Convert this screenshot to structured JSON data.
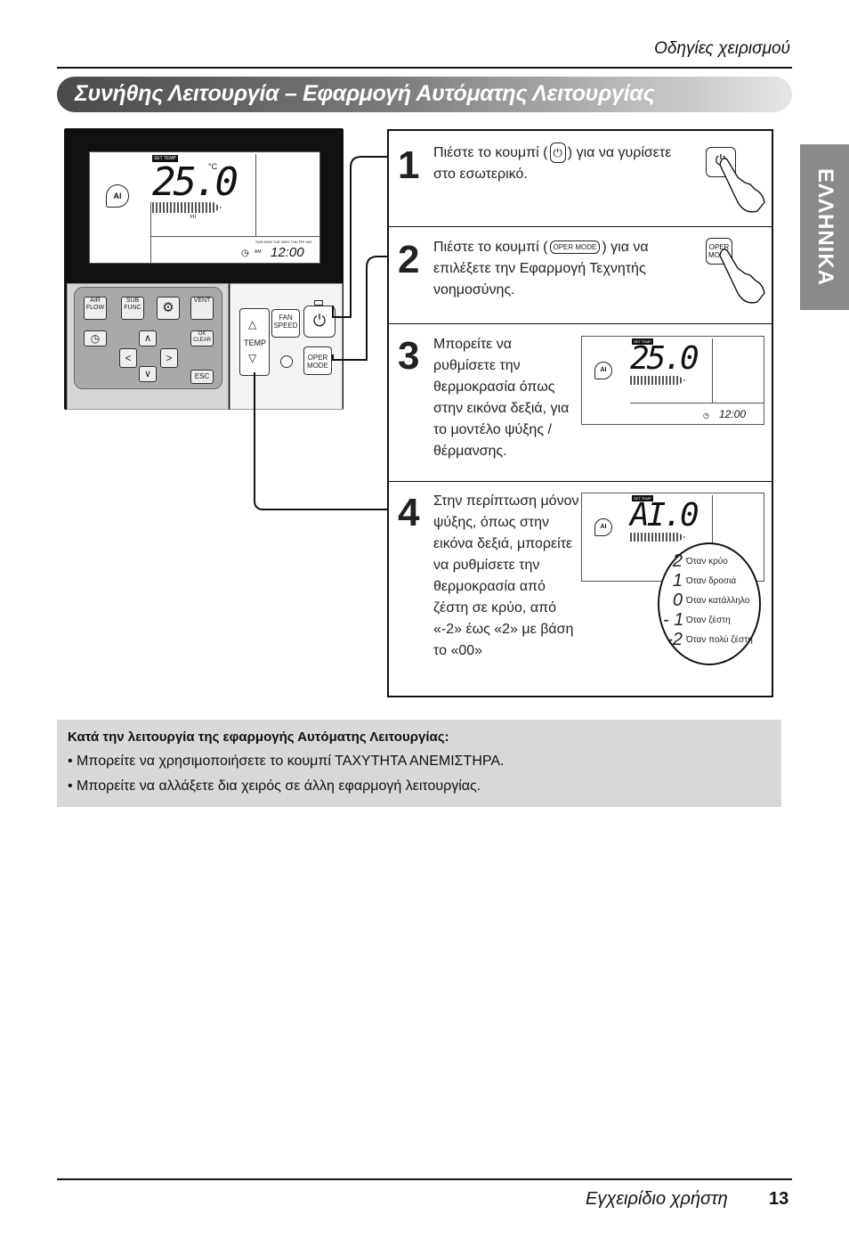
{
  "header": {
    "section": "Οδηγίες χειρισμού"
  },
  "title": "Συνήθης Λειτουργία – Εφαρμογή Αυτόματης Λειτουργίας",
  "side_tab": "ΕΛΛΗΝΙΚΑ",
  "remote": {
    "lcd": {
      "set_temp": "SET TEMP",
      "temp": "25.0",
      "unit": "°C",
      "fan": "HI",
      "time": "12:00",
      "am": "AM",
      "ai": "AI",
      "days": "SUN MON TUE WED THU FRI SAT"
    },
    "keys": {
      "air_flow": "AIR FLOW",
      "sub_func": "SUB FUNC",
      "vent": "VENT",
      "ok_clear": "OK CLEAR",
      "esc": "ESC",
      "fan_speed": "FAN SPEED",
      "temp": "TEMP",
      "oper_mode": "OPER MODE"
    }
  },
  "steps": [
    {
      "num": "1",
      "pre": "Πιέστε το κουμπί (",
      "post": ") για να γυρίσετε στο εσωτερικό."
    },
    {
      "num": "2",
      "pre": "Πιέστε το κουμπί (",
      "btn": "OPER MODE",
      "post": ") για να επιλέξετε την Εφαρμογή Τεχνητής νοημοσύνης."
    },
    {
      "num": "3",
      "text": "Μπορείτε να ρυθμίσετε την θερμοκρασία όπως στην εικόνα δεξιά, για το μοντέλο ψύξης / θέρμανσης."
    },
    {
      "num": "4",
      "text": "Στην περίπτωση μόνον ψύξης, όπως στην εικόνα δεξιά, μπορείτε να ρυθμίσετε την θερμοκρασία από ζέστη σε κρύο, από «-2» έως «2» με βάση το «00»"
    }
  ],
  "step3_lcd": {
    "temp": "25.0",
    "time": "12:00"
  },
  "step4_lcd": {
    "temp": "AI.0"
  },
  "callout": [
    {
      "val": "2",
      "label": "Όταν κρύο"
    },
    {
      "val": "1",
      "label": "Όταν δροσιά"
    },
    {
      "val": "0",
      "label": "Όταν κατάλληλο"
    },
    {
      "val": "- 1",
      "label": "Όταν ζέστη"
    },
    {
      "val": "-2",
      "label": "Όταν πολύ ζέστη"
    }
  ],
  "note": {
    "title": "Κατά την λειτουργία της εφαρμογής Αυτόματης Λειτουργίας:",
    "items": [
      "• Μπορείτε να χρησιμοποιήσετε το κουμπί ΤΑΧΥΤΗΤΑ ΑΝΕΜΙΣΤΗΡΑ.",
      "• Μπορείτε να αλλάξετε δια χειρός σε άλλη εφαρμογή λειτουργίας."
    ]
  },
  "footer": {
    "text": "Εγχειρίδιο χρήστη",
    "page": "13"
  }
}
